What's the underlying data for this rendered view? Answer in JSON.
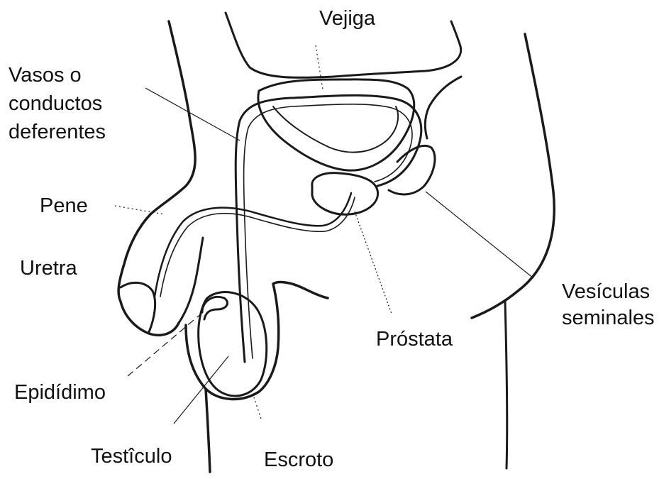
{
  "labels": {
    "bladder": "Vejiga",
    "vas_line1": "Vasos o",
    "vas_line2": "conductos",
    "vas_line3": "deferentes",
    "penis": "Pene",
    "urethra": "Uretra",
    "seminal_line1": "Vesículas",
    "seminal_line2": "seminales",
    "prostate": "Próstata",
    "epididymis": "Epidídimo",
    "testicle": "Testîculo",
    "scrotum": "Escroto"
  },
  "colors": {
    "ink": "#1a1a1a",
    "background": "#ffffff"
  }
}
